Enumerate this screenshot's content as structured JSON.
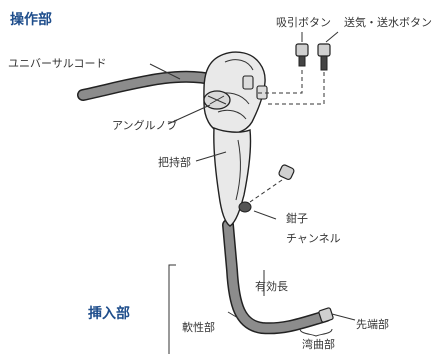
{
  "sections": {
    "control": "操作部",
    "insertion": "挿入部"
  },
  "labels": {
    "suction_button": "吸引ボタン",
    "air_water_button": "送気・送水ボタン",
    "universal_cord": "ユニバーサルコード",
    "angle_knob": "アングルノブ",
    "grip": "把持部",
    "forceps_channel_line1": "鉗子",
    "forceps_channel_line2": "チャンネル",
    "working_length": "有効長",
    "flexible_part": "軟性部",
    "distal_end": "先端部",
    "bending_section": "湾曲部"
  }
}
